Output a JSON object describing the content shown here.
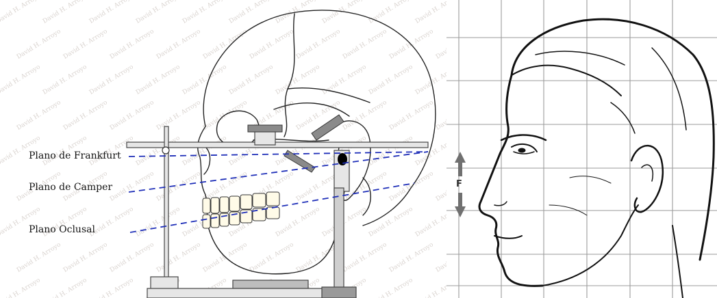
{
  "left": {
    "planes": [
      {
        "id": "frankfurt",
        "label": "Plano de Frankfurt"
      },
      {
        "id": "camper",
        "label": "Plano de Camper"
      },
      {
        "id": "oclusal",
        "label": "Plano Oclusal"
      }
    ],
    "watermark": "David H. Arroyo",
    "line_color": "#1f2fb8"
  },
  "right": {
    "measure_label": "F",
    "arrow_color": "#707070",
    "grid_color": "#9a9a9a"
  }
}
